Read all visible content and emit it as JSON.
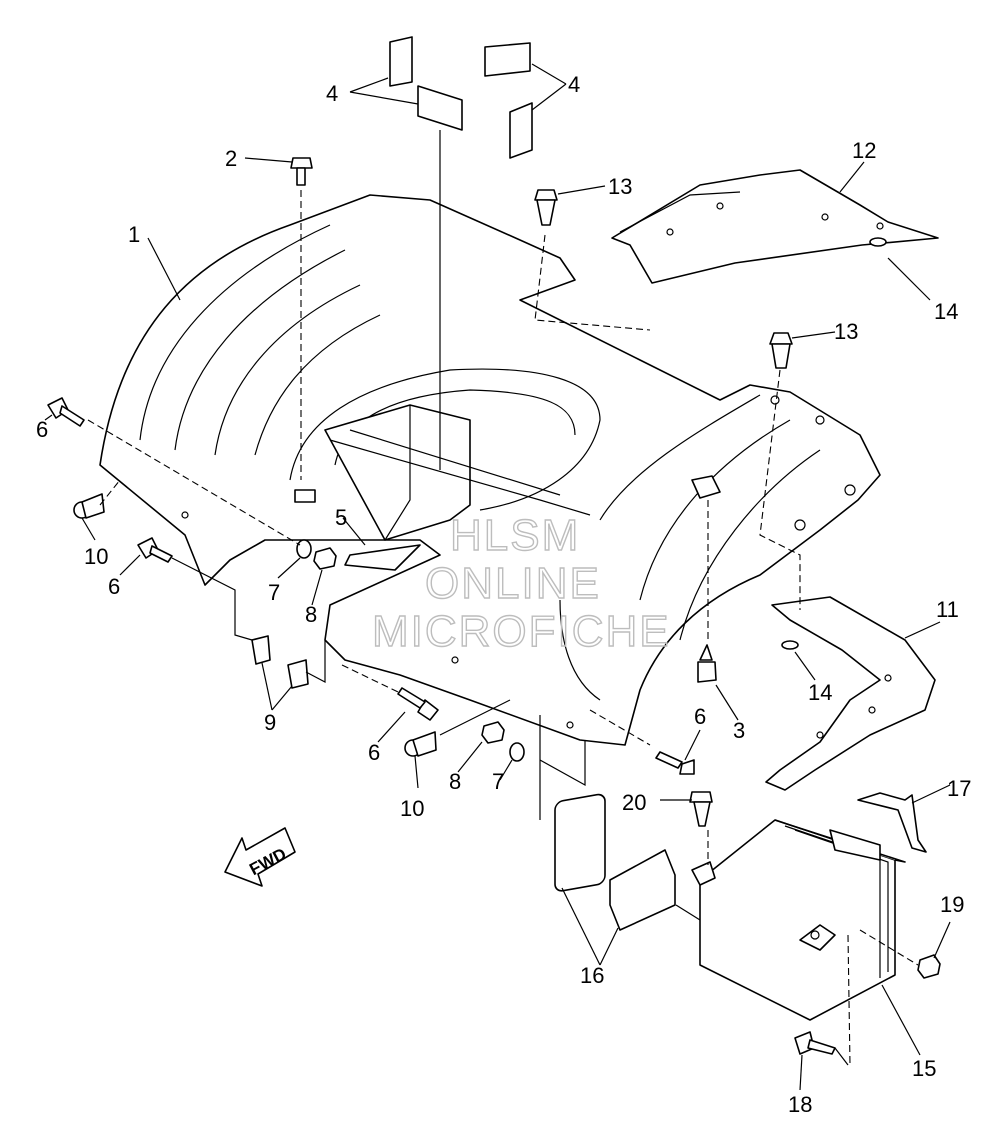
{
  "callouts": {
    "c1": "1",
    "c2": "2",
    "c3": "3",
    "c4a": "4",
    "c4b": "4",
    "c5": "5",
    "c6a": "6",
    "c6b": "6",
    "c6c": "6",
    "c6d": "6",
    "c7a": "7",
    "c7b": "7",
    "c8a": "8",
    "c8b": "8",
    "c9": "9",
    "c10a": "10",
    "c10b": "10",
    "c11": "11",
    "c12": "12",
    "c13a": "13",
    "c13b": "13",
    "c14a": "14",
    "c14b": "14",
    "c15": "15",
    "c16": "16",
    "c17": "17",
    "c18": "18",
    "c19": "19",
    "c20": "20"
  },
  "fwd_label": "FWD",
  "watermark": {
    "line1": "HLSM",
    "line2": "ONLINE",
    "line3": "MICROFICHE"
  },
  "colors": {
    "line": "#000000",
    "watermark": "#bdbdbd",
    "background": "#ffffff"
  }
}
